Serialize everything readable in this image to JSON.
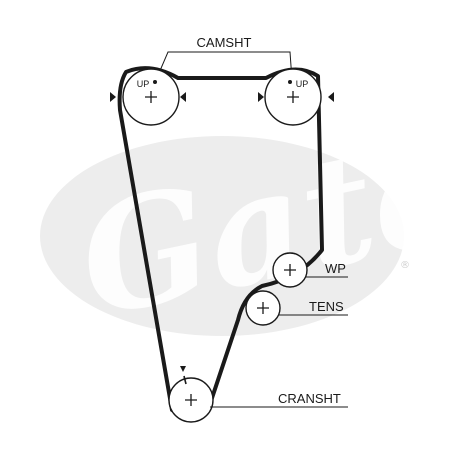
{
  "watermark": {
    "logo_text": "Gates",
    "registered_mark": "®"
  },
  "labels": {
    "camshaft": "CAMSHT",
    "water_pump": "WP",
    "tensioner": "TENS",
    "crankshaft": "CRANSHT",
    "up_left": "UP",
    "up_right": "UP"
  },
  "colors": {
    "belt": "#1a1a1a",
    "watermark": "#ececec",
    "line": "#1a1a1a"
  }
}
